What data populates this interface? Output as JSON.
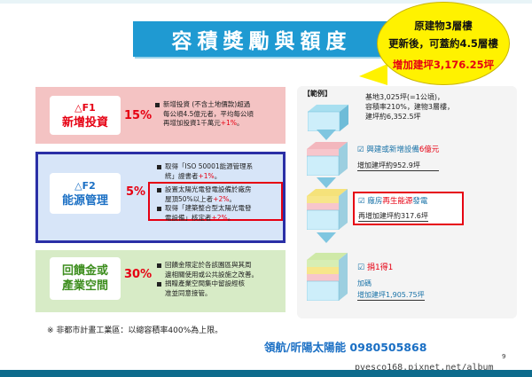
{
  "title": "容積獎勵與額度",
  "callout": {
    "line1": "原建物3層樓",
    "line2": "更新後，可蓋約4.5層樓",
    "line3": "增加建坪3,176.25坪"
  },
  "rows": [
    {
      "badge_line1": "△F1",
      "badge_line2": "新增投資",
      "percent": "15%",
      "bullets": [
        "新增投資 (不含土地價款)超過",
        "每公頃4.5億元者，平均每公頃",
        "再增加投資1千萬元",
        "+1%",
        "。"
      ]
    },
    {
      "badge_line1": "△F2",
      "badge_line2": "能源管理",
      "percent": "5%",
      "bullets": {
        "b1a": "取得「ISO 50001能源管理系",
        "b1b": "統」證書者",
        "b1c": "+1%",
        "b2a": "設置太陽光電發電設備於廠房",
        "b2b": "屋頂50%以上者",
        "b2c": "+2%",
        "b3a": "取得「建築整合型太陽光電發",
        "b3b": "電設備」核定者",
        "b3c": "+2%"
      }
    },
    {
      "badge_line1": "回饋金或",
      "badge_line2": "產業空間",
      "percent": "30%",
      "bullets": {
        "b1a": "回饋金限定於各該園區與其周",
        "b1b": "邊相關使用或公共設施之改善。",
        "b2a": "捐贈產業空間集中留設經核",
        "b2b": "准並同意接管。"
      }
    }
  ],
  "note": "※ 非都市計畫工業區：以總容積率400%為上限。",
  "right": {
    "example_label": "【範例】",
    "ex_line1": "基地3,025坪(=1公頃)，",
    "ex_line2": "容積率210%，建物3層樓，",
    "ex_line3": "建坪約6,352.5坪",
    "s2_line1a": "☑ 興建或新增設備",
    "s2_line1b": "6億元",
    "s2_line2": "增加建坪約952.9坪",
    "s3_line1a": "☑ 廠房",
    "s3_line1b": "再生能源",
    "s3_line1c": "發電",
    "s3_line2": "再增加建坪約317.6坪",
    "s4_line1a": "☑ ",
    "s4_line1b": "捐1得1",
    "s4_line2": "加碼",
    "s4_line3": "增加建坪1,905.75坪"
  },
  "contact": "領航/昕陽太陽能  0980505868",
  "watermark_url": "pvesco168.pixnet.net/album",
  "page_number": "9",
  "colors": {
    "accent": "#1f9ad2",
    "red": "#e60012",
    "callout": "#fff200",
    "border_blue": "#2a2fa6"
  }
}
